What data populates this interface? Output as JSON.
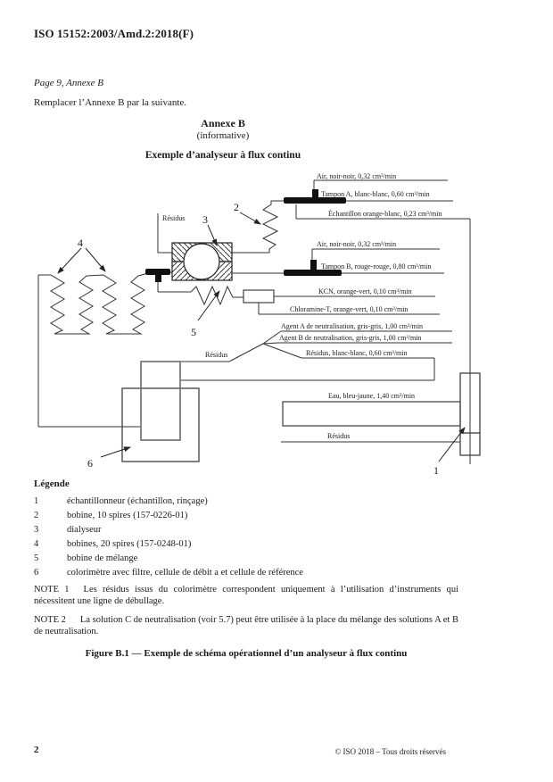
{
  "colors": {
    "ink": "#1a1a1a",
    "line": "#333333",
    "pump_bar": "#111111",
    "flowcell_stroke": "#7a7a7a"
  },
  "page": {
    "header": "ISO 15152:2003/Amd.2:2018(F)",
    "page_ref": "Page 9, Annexe B",
    "instruction": "Remplacer l’Annexe B par la suivante.",
    "annex_title": "Annexe B",
    "annex_subtitle": "(informative)",
    "figure_heading": "Exemple d’analyseur à flux continu",
    "footer_page_number": "2",
    "footer_copyright": "© ISO 2018 – Tous droits réservés"
  },
  "diagram": {
    "flows": {
      "air1": "Air, noir-noir, 0,32 cm³/min",
      "tampon_a": "Tampon A, blanc-blanc, 0,60 cm³/min",
      "echantillon": "Échantillon orange-blanc, 0,23 cm³/min",
      "air2": "Air, noir-noir, 0,32 cm³/min",
      "tampon_b": "Tampon B, rouge-rouge, 0,80 cm³/min",
      "kcn": "KCN, orange-vert, 0,10 cm³/min",
      "chloramine": "Chloramine-T, orange-vert, 0,10 cm³/min",
      "agent_a": "Agent A de neutralisation, gris-gris, 1,00 cm³/min",
      "agent_b": "Agent B de neutralisation, gris-gris, 1,00 cm³/min",
      "residus_blanc": "Résidus, blanc-blanc, 0,60 cm³/min",
      "eau": "Eau, bleu-jaune, 1,40 cm³/min",
      "residus_dialyseur": "Résidus",
      "residus_colorimetre": "Résidus",
      "residus_echantillonneur": "Résidus"
    },
    "callouts": {
      "n1": "1",
      "n2": "2",
      "n3": "3",
      "n4": "4",
      "n5": "5",
      "n6": "6"
    }
  },
  "legend": {
    "title": "Légende",
    "items": [
      {
        "num": "1",
        "text": "échantillonneur (échantillon, rinçage)"
      },
      {
        "num": "2",
        "text": "bobine, 10 spires (157-0226-01)"
      },
      {
        "num": "3",
        "text": "dialyseur"
      },
      {
        "num": "4",
        "text": "bobines, 20 spires (157-0248-01)"
      },
      {
        "num": "5",
        "text": "bobine de mélange"
      },
      {
        "num": "6",
        "text": "colorimètre avec filtre, cellule de débit a et cellule de référence"
      }
    ]
  },
  "notes": [
    {
      "label": "NOTE 1",
      "text": "Les résidus issus du colorimètre correspondent uniquement à l’utilisation d’instruments qui nécessitent une ligne de débullage."
    },
    {
      "label": "NOTE 2",
      "text": "La solution C de neutralisation (voir 5.7) peut être utilisée à la place du mélange des solutions A et B de neutralisation."
    }
  ],
  "caption": "Figure B.1 — Exemple de schéma opérationnel d’un analyseur à flux continu"
}
